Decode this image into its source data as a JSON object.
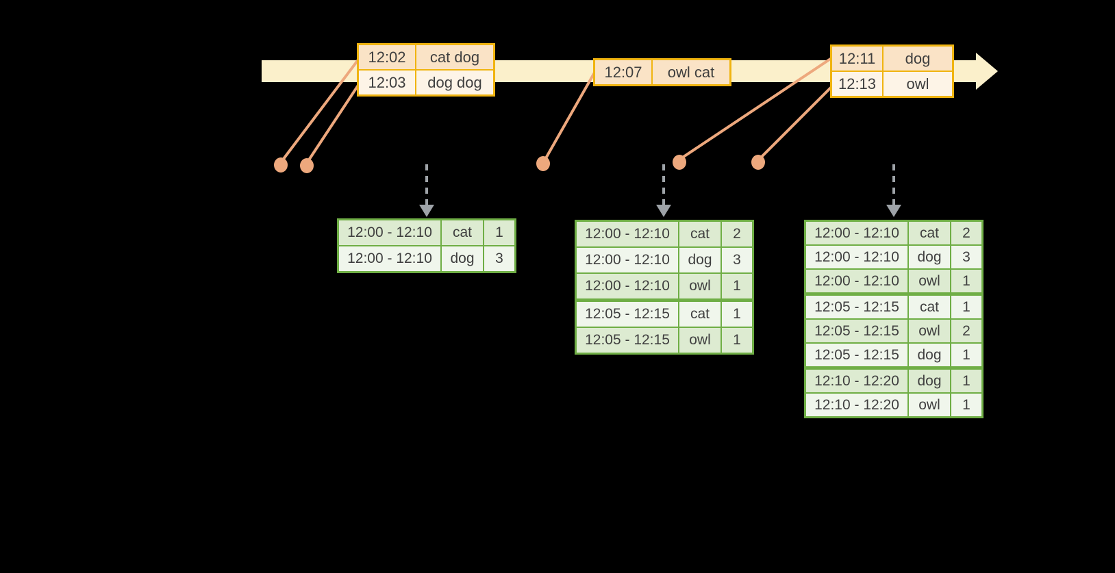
{
  "colors": {
    "background": "#000000",
    "timeline_fill": "#FBF0CB",
    "event_table_border": "#F0B410",
    "event_row_dark": "#FAE3C6",
    "event_row_light": "#FDF4E7",
    "connector_dot": "#EDA87D",
    "trigger_arrow": "#9EA3A8",
    "result_table_border": "#6FAE45",
    "result_row_dark": "#DDEBD1",
    "result_row_light": "#F0F6EC",
    "text": "#3F3F3F"
  },
  "event_tables": [
    {
      "rows": [
        {
          "time": "12:02",
          "words": "cat dog"
        },
        {
          "time": "12:03",
          "words": "dog dog"
        }
      ]
    },
    {
      "rows": [
        {
          "time": "12:07",
          "words": "owl cat"
        }
      ]
    },
    {
      "rows": [
        {
          "time": "12:11",
          "words": "dog"
        },
        {
          "time": "12:13",
          "words": "owl"
        }
      ]
    }
  ],
  "result_tables": [
    {
      "rows": [
        {
          "window": "12:00 - 12:10",
          "word": "cat",
          "count": "1"
        },
        {
          "window": "12:00 - 12:10",
          "word": "dog",
          "count": "3"
        }
      ]
    },
    {
      "rows": [
        {
          "window": "12:00 - 12:10",
          "word": "cat",
          "count": "2"
        },
        {
          "window": "12:00 - 12:10",
          "word": "dog",
          "count": "3"
        },
        {
          "window": "12:00 - 12:10",
          "word": "owl",
          "count": "1"
        },
        {
          "window": "12:05 - 12:15",
          "word": "cat",
          "count": "1"
        },
        {
          "window": "12:05 - 12:15",
          "word": "owl",
          "count": "1"
        }
      ]
    },
    {
      "rows": [
        {
          "window": "12:00 - 12:10",
          "word": "cat",
          "count": "2"
        },
        {
          "window": "12:00 - 12:10",
          "word": "dog",
          "count": "3"
        },
        {
          "window": "12:00 - 12:10",
          "word": "owl",
          "count": "1"
        },
        {
          "window": "12:05 - 12:15",
          "word": "cat",
          "count": "1"
        },
        {
          "window": "12:05 - 12:15",
          "word": "owl",
          "count": "2"
        },
        {
          "window": "12:05 - 12:15",
          "word": "dog",
          "count": "1"
        },
        {
          "window": "12:10 - 12:20",
          "word": "dog",
          "count": "1"
        },
        {
          "window": "12:10 - 12:20",
          "word": "owl",
          "count": "1"
        }
      ]
    }
  ]
}
